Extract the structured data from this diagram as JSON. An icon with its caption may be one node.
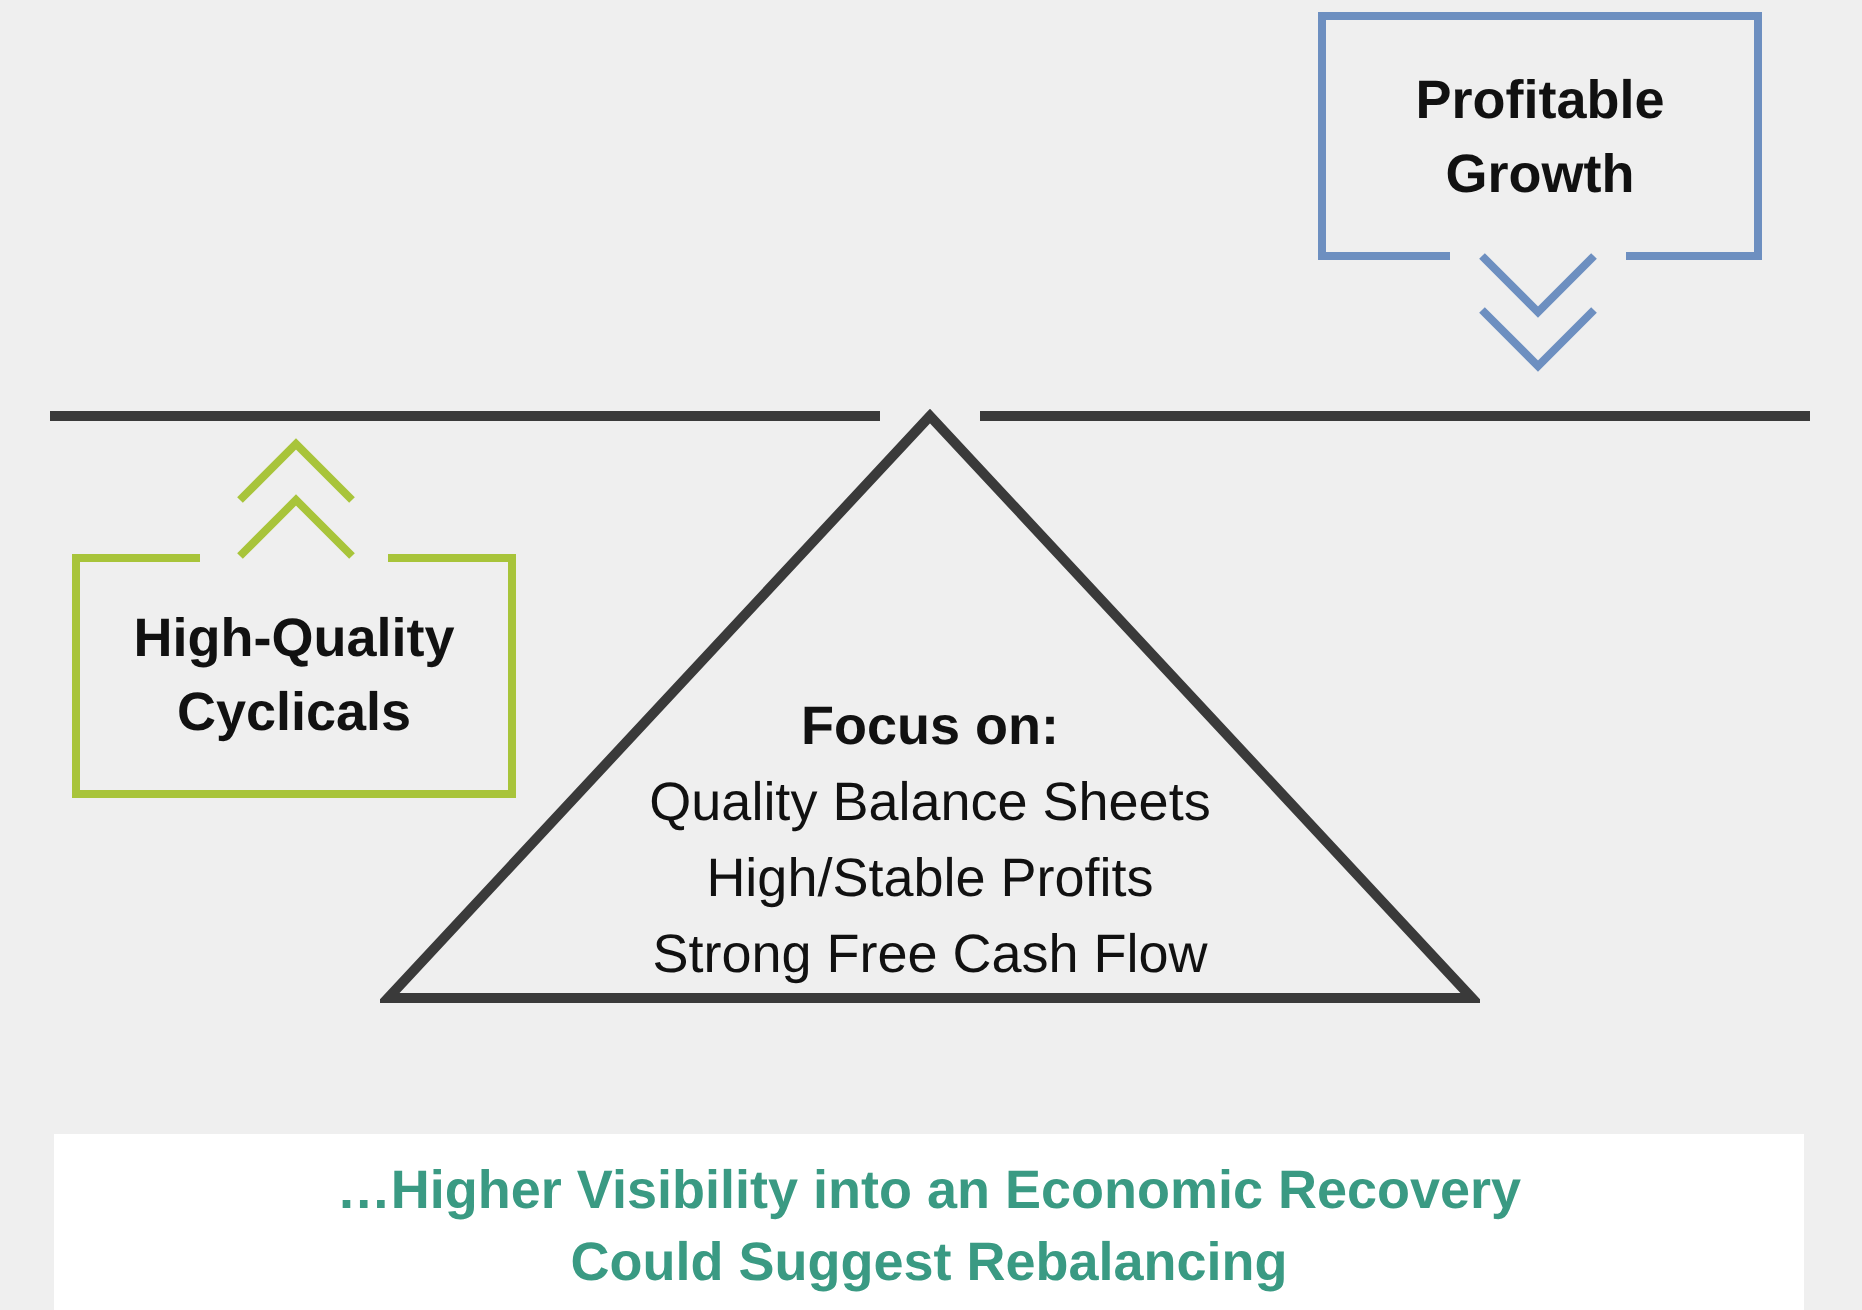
{
  "diagram": {
    "caption": "…Higher Visibility into an Economic Recovery Could Suggest Rebalancing",
    "nodes": [
      {
        "text": [
          "High-Quality Cyclicals"
        ]
      },
      {
        "text": [
          "Profitable Growth"
        ]
      },
      {
        "text": [
          "Focus on:",
          "Quality Balance Sheets",
          "High/Stable Profits",
          "Strong Free Cash Flow"
        ]
      }
    ]
  }
}
